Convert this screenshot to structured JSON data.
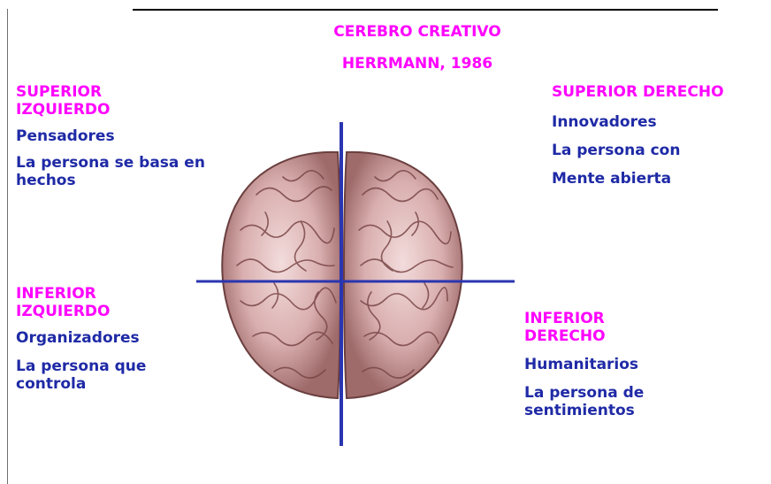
{
  "title": {
    "line1": "CEREBRO CREATIVO",
    "line2": "HERRMANN, 1986"
  },
  "quadrants": {
    "upper_left": {
      "heading": "SUPERIOR\nIZQUIERDO",
      "items": [
        "Pensadores",
        "La persona se basa en\nhechos"
      ]
    },
    "upper_right": {
      "heading": "SUPERIOR DERECHO",
      "items": [
        "Innovadores",
        "La persona con",
        "Mente abierta"
      ]
    },
    "lower_left": {
      "heading": "INFERIOR\nIZQUIERDO",
      "items": [
        "Organizadores",
        "La persona que\ncontrola"
      ]
    },
    "lower_right": {
      "heading": "INFERIOR\nDERECHO",
      "items": [
        "Humanitarios",
        "La persona de\nsentimientos"
      ]
    }
  },
  "colors": {
    "heading": "#ff00ff",
    "body_text": "#1f2aa6",
    "axis_lines": "#2a35b0",
    "brain": "#c99a9a"
  },
  "image": {
    "subject": "brain-top-view-illustration"
  }
}
